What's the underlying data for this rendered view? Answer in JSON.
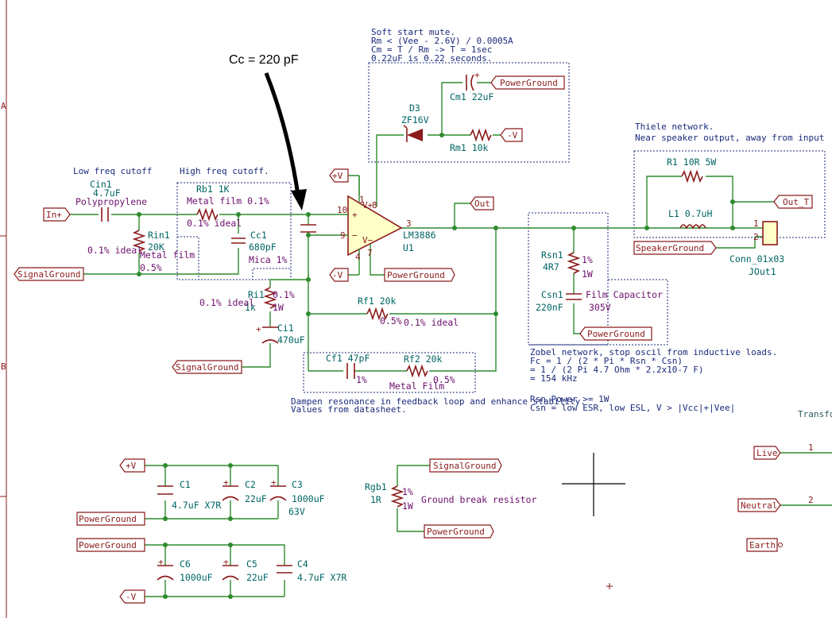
{
  "annotation": {
    "text": "Cc = 220 pF"
  },
  "border": {
    "row_a": "A",
    "row_b": "B"
  },
  "notes": {
    "soft_start": [
      "Soft start mute.",
      "Rm < (Vee - 2.6V) / 0.0005A",
      "Cm = T / Rm   -> T = 1sec",
      "0.22uF is 0.22 seconds."
    ],
    "low_freq": "Low freq cutoff",
    "high_freq": "High freq cutoff.",
    "thiele": [
      "Thiele network.",
      "Near speaker output, away from input"
    ],
    "dampen": [
      "Dampen resonance in feedback loop and enhance stability.",
      "Values from datasheet."
    ],
    "zobel": [
      "Zobel network, stop oscil from inductive loads.",
      "Fc = 1 / (2 * Pi * Rsn * Csn)",
      "   = 1 / (2 Pi 4.7 Ohm * 2.2x10-7 F)",
      "   = 154 kHz",
      "",
      "Rsn Power >= 1W",
      "Csn = low ESR, low ESL, V > |Vcc|+|Vee|"
    ],
    "transformer": "Transfo",
    "ground_break": "Ground break resistor"
  },
  "labels": {
    "in_plus": "In+",
    "signal_ground": "SignalGround",
    "power_ground": "PowerGround",
    "plus_v": "+V",
    "minus_v": "-V",
    "out": "Out",
    "out_t": "Out_T",
    "speaker_ground": "SpeakerGround",
    "live": "Live",
    "neutral": "Neutral",
    "earth": "Earth"
  },
  "components": {
    "cin1": [
      "Cin1",
      "4.7uF",
      "Polypropylene"
    ],
    "rin1": [
      "Rin1",
      "20K",
      "0.1% ideal",
      "Metal film",
      "0.5%"
    ],
    "rb1": [
      "Rb1  1K",
      "Metal film 0.1%",
      "0.1% ideal"
    ],
    "cc1": [
      "Cc1",
      "680pF",
      "Mica 1%"
    ],
    "ri1": [
      "Ri1",
      "1k",
      "0.1%",
      "1W",
      "0.1% ideal"
    ],
    "ci1": [
      "Ci1",
      "470uF"
    ],
    "rf1": [
      "Rf1  20k",
      "0.5%",
      "0.1% ideal"
    ],
    "cf1": [
      "Cf1 47pF",
      "1%"
    ],
    "rf2": [
      "Rf2  20k",
      "0.5%",
      "Metal Film"
    ],
    "d3": [
      "D3",
      "ZF16V"
    ],
    "cm1": [
      "Cm1 22uF"
    ],
    "rm1": [
      "Rm1 10k"
    ],
    "u1": [
      "LM3886",
      "U1"
    ],
    "pins": [
      "10",
      "9",
      "1",
      "8",
      "4",
      "7",
      "3"
    ],
    "rsn1": [
      "Rsn1",
      "4R7",
      "1%",
      "1W"
    ],
    "csn1": [
      "Csn1",
      "220nF",
      "Film Capacitor",
      "305V"
    ],
    "r1": [
      "R1  10R  5W"
    ],
    "l1": [
      "L1  0.7uH"
    ],
    "conn": [
      "Conn_01x03",
      "JOut1",
      "1",
      "2"
    ],
    "c1": [
      "C1",
      "4.7uF X7R"
    ],
    "c2": [
      "C2",
      "22uF"
    ],
    "c3": [
      "C3",
      "1000uF",
      "63V"
    ],
    "c6": [
      "C6",
      "1000uF"
    ],
    "c5": [
      "C5",
      "22uF"
    ],
    "c4": [
      "C4",
      "4.7uF X7R"
    ],
    "rgb1": [
      "Rgb1",
      "1R",
      "1%",
      "1W"
    ],
    "mains_pins": [
      "1",
      "2"
    ]
  }
}
